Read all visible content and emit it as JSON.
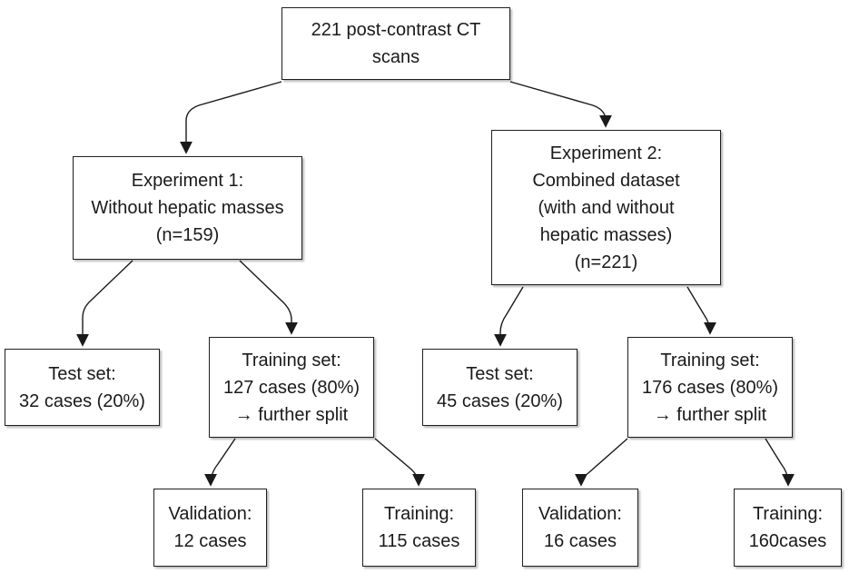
{
  "figure": {
    "background_color": "#ffffff",
    "line_color": "#1a1a1a",
    "text_color": "#1a1a1a"
  },
  "nodes": {
    "root": {
      "lines": [
        "221 post-contrast CT",
        "scans"
      ]
    },
    "exp1": {
      "lines": [
        "Experiment 1:",
        "Without hepatic masses",
        "(n=159)"
      ]
    },
    "exp2": {
      "lines": [
        "Experiment 2:",
        "Combined dataset",
        "(with and without",
        "hepatic masses)",
        "(n=221)"
      ]
    },
    "exp1_test": {
      "lines": [
        "Test set:",
        "32 cases (20%)"
      ]
    },
    "exp1_train": {
      "lines": [
        "Training set:",
        "127 cases (80%)",
        "→ further split"
      ]
    },
    "exp2_test": {
      "lines": [
        "Test set:",
        "45 cases (20%)"
      ]
    },
    "exp2_train": {
      "lines": [
        "Training set:",
        "176 cases (80%)",
        "→ further split"
      ]
    },
    "exp1_validation": {
      "lines": [
        "Validation:",
        "12 cases"
      ]
    },
    "exp1_training": {
      "lines": [
        "Training:",
        "115 cases"
      ]
    },
    "exp2_validation": {
      "lines": [
        "Validation:",
        "16 cases"
      ]
    },
    "exp2_training": {
      "lines": [
        "Training:",
        "160cases"
      ]
    }
  },
  "edges": [
    {
      "from": "root",
      "to": "exp1"
    },
    {
      "from": "root",
      "to": "exp2"
    },
    {
      "from": "exp1",
      "to": "exp1_test"
    },
    {
      "from": "exp1",
      "to": "exp1_train"
    },
    {
      "from": "exp2",
      "to": "exp2_test"
    },
    {
      "from": "exp2",
      "to": "exp2_train"
    },
    {
      "from": "exp1_train",
      "to": "exp1_validation"
    },
    {
      "from": "exp1_train",
      "to": "exp1_training"
    },
    {
      "from": "exp2_train",
      "to": "exp2_validation"
    },
    {
      "from": "exp2_train",
      "to": "exp2_training"
    }
  ]
}
